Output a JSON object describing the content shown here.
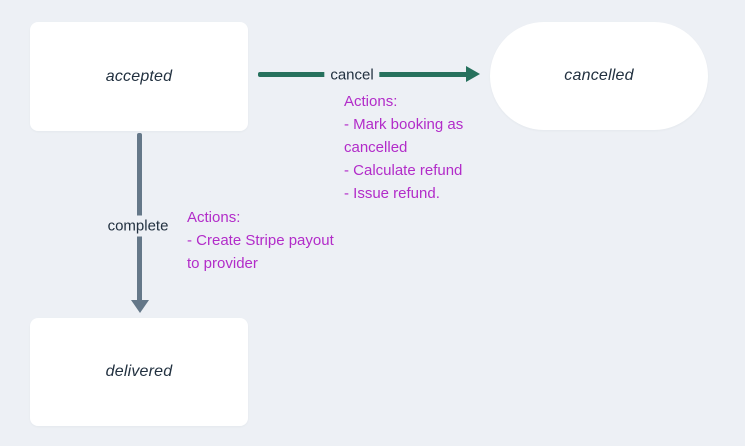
{
  "colors": {
    "bg": "#edf0f5",
    "node-fill": "#ffffff",
    "text": "#223140",
    "teal": "#26715d",
    "slate": "#657889",
    "magenta": "#b22cc9"
  },
  "nodes": [
    {
      "id": "accepted",
      "label": "accepted",
      "shape": "rect"
    },
    {
      "id": "cancelled",
      "label": "cancelled",
      "shape": "pill"
    },
    {
      "id": "delivered",
      "label": "delivered",
      "shape": "rect"
    }
  ],
  "edges": [
    {
      "id": "cancel",
      "label": "cancel",
      "from": "accepted",
      "to": "cancelled",
      "color": "#26715d",
      "direction": "right"
    },
    {
      "id": "complete",
      "label": "complete",
      "from": "accepted",
      "to": "delivered",
      "color": "#657889",
      "direction": "down"
    }
  ],
  "annotations": [
    {
      "id": "cancel-actions",
      "color": "#b22cc9",
      "lines": [
        "Actions:",
        "- Mark booking as",
        "cancelled",
        "- Calculate refund",
        "- Issue refund."
      ]
    },
    {
      "id": "complete-actions",
      "color": "#b22cc9",
      "lines": [
        "Actions:",
        "- Create Stripe payout",
        "to provider"
      ]
    }
  ]
}
